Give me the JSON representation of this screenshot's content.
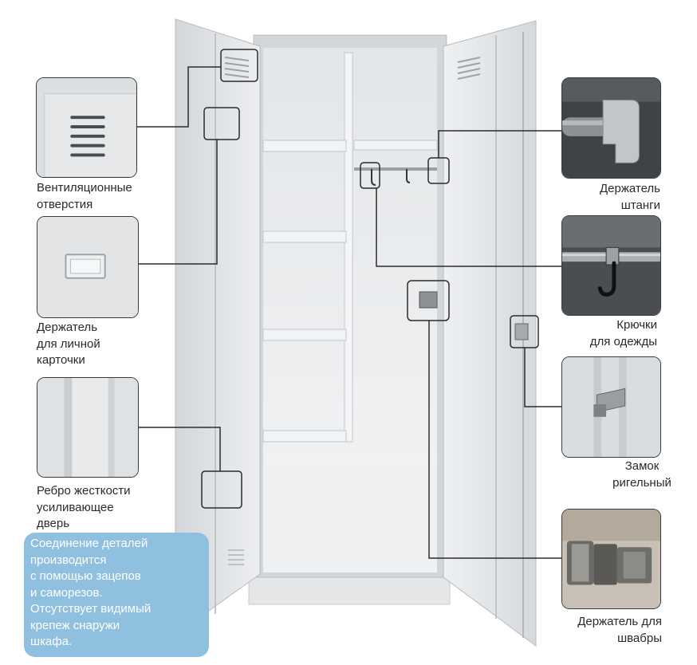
{
  "callouts": {
    "ventilation": {
      "lines": [
        "Вентиляционные",
        "отверстия"
      ],
      "icon": "vent-grille-icon"
    },
    "card_holder": {
      "lines": [
        "Держатель",
        "для личной",
        "карточки"
      ],
      "icon": "card-holder-icon"
    },
    "stiffener": {
      "lines": [
        "Ребро жесткости",
        "усиливающее",
        "дверь"
      ],
      "icon": "stiffener-rib-icon"
    },
    "rod_holder": {
      "lines": [
        "Держатель",
        "штанги"
      ],
      "icon": "rod-holder-icon"
    },
    "hooks": {
      "lines": [
        "Крючки",
        "для одежды"
      ],
      "icon": "clothes-hook-icon"
    },
    "lock": {
      "lines": [
        "Замок",
        "ригельный"
      ],
      "icon": "bolt-lock-icon"
    },
    "mop_holder": {
      "lines": [
        "Держатель для",
        "швабры"
      ],
      "icon": "mop-holder-icon"
    }
  },
  "note": {
    "lines": [
      "Соединение деталей",
      "производится",
      "с помощью зацепов",
      "и саморезов.",
      "Отсутствует видимый",
      "крепеж снаружи",
      "шкафа."
    ]
  },
  "colors": {
    "cabinet_body": "#d9dcdf",
    "cabinet_inner": "#eceef0",
    "line": "#2b2b2b",
    "note_bg": "#8fc0e0",
    "note_text": "#ffffff"
  }
}
